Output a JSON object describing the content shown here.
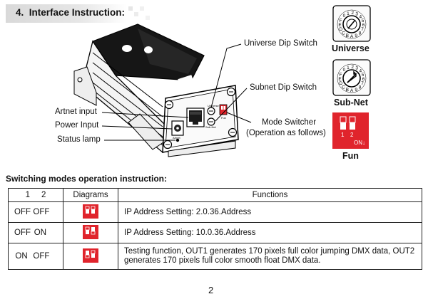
{
  "section": {
    "number": "4.",
    "title": "Interface Instruction:"
  },
  "callouts": {
    "universe": "Universe Dip Switch",
    "subnet": "Subnet Dip Switch",
    "artnet": "Artnet input",
    "power": "Power Input",
    "status": "Status lamp",
    "mode_line1": "Mode Switcher",
    "mode_line2": "(Operation as follows)"
  },
  "dials": {
    "universe_caption": "Universe",
    "subnet_caption": "Sub-Net",
    "hex_digits": [
      "0",
      "1",
      "2",
      "3",
      "4",
      "5",
      "6",
      "7",
      "8",
      "9",
      "A",
      "B",
      "C",
      "D",
      "E",
      "F"
    ]
  },
  "fun_switch": {
    "num1": "1",
    "num2": "2",
    "on_label": "ON↓",
    "caption": "Fun"
  },
  "device": {
    "port_labels": [
      "Artnet",
      "Sub-Net",
      "Fun",
      "Universe"
    ]
  },
  "table": {
    "title": "Switching modes operation instruction:",
    "headers": {
      "col1_a": "1",
      "col1_b": "2",
      "col2": "Diagrams",
      "col3": "Functions"
    },
    "rows": [
      {
        "s1": "OFF",
        "s2": "OFF",
        "function": "IP Address Setting: 2.0.36.Address"
      },
      {
        "s1": "OFF",
        "s2": "ON",
        "function": "IP Address Setting: 10.0.36.Address"
      },
      {
        "s1": "ON",
        "s2": "OFF",
        "function": "Testing function, OUT1 generates  170 pixels full color jumping DMX data, OUT2 generates 170 pixels full color smooth float DMX data."
      }
    ]
  },
  "page_number": "2"
}
